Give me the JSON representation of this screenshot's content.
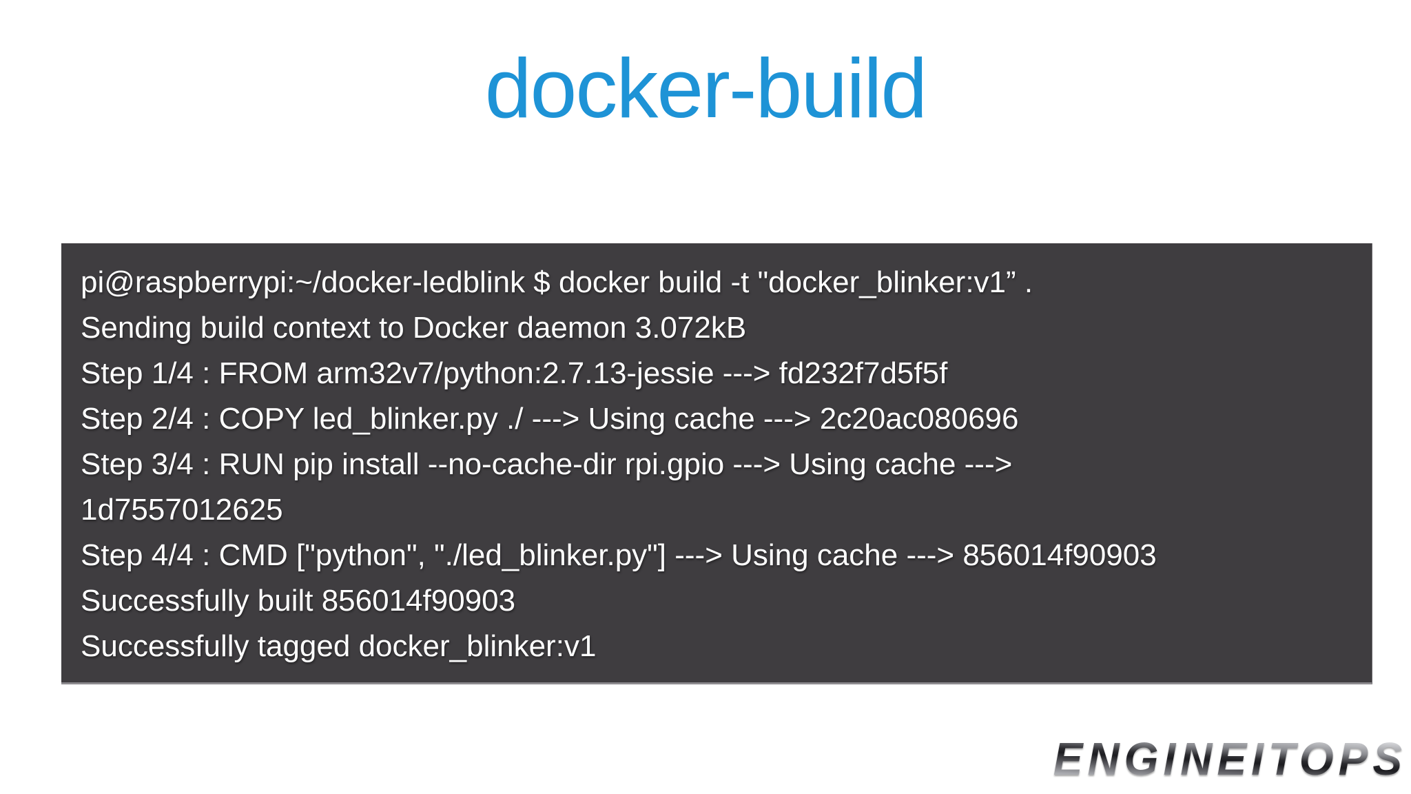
{
  "theme": {
    "slide_bg": "#ffffff",
    "title_color": "#1e93d6",
    "terminal_bg": "#3f3d40",
    "terminal_fg": "#ffffff",
    "logo_silver": "#c9cace",
    "logo_dark": "#1c1c20"
  },
  "slide": {
    "title": "docker-build"
  },
  "terminal": {
    "lines": [
      "pi@raspberrypi:~/docker-ledblink $ docker build -t \"docker_blinker:v1” .",
      "Sending build context to Docker daemon 3.072kB",
      "Step 1/4 : FROM arm32v7/python:2.7.13-jessie ---> fd232f7d5f5f",
      "Step 2/4 : COPY led_blinker.py ./ ---> Using cache ---> 2c20ac080696",
      "Step 3/4 : RUN pip install --no-cache-dir rpi.gpio ---> Using cache --->",
      "1d7557012625",
      "Step 4/4 : CMD [\"python\", \"./led_blinker.py\"] ---> Using cache ---> 856014f90903",
      "Successfully built 856014f90903",
      "Successfully tagged docker_blinker:v1"
    ]
  },
  "logo": {
    "text": "ENGINEITOPS"
  }
}
